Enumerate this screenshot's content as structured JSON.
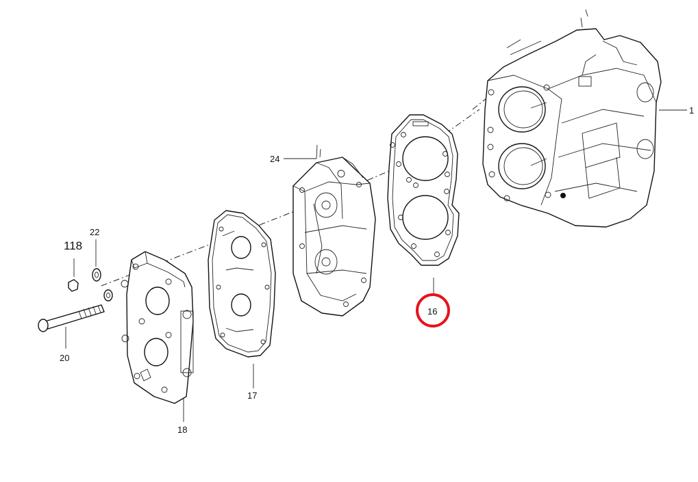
{
  "diagram": {
    "callouts": [
      {
        "id": "c-118",
        "label": "118"
      },
      {
        "id": "c-22",
        "label": "22"
      },
      {
        "id": "c-20",
        "label": "20"
      },
      {
        "id": "c-18",
        "label": "18"
      },
      {
        "id": "c-17",
        "label": "17"
      },
      {
        "id": "c-24",
        "label": "24"
      },
      {
        "id": "c-16",
        "label": "16"
      },
      {
        "id": "c-1",
        "label": "1"
      }
    ],
    "highlight": {
      "label": "16",
      "color": "#e8121c"
    },
    "line_color": "#111111"
  }
}
